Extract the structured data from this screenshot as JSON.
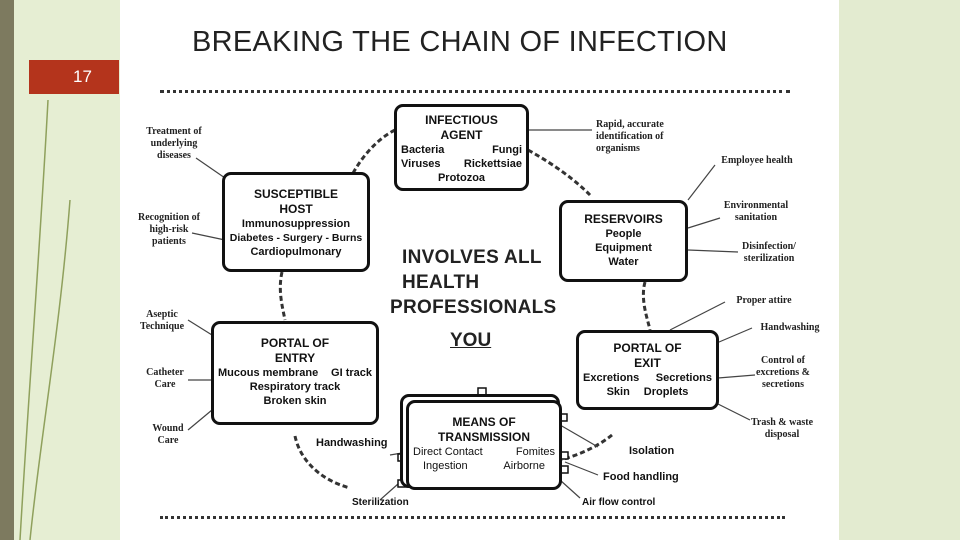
{
  "slide_number": "17",
  "title": "BREAKING THE CHAIN OF INFECTION",
  "center": {
    "lines": [
      "INVOLVES ALL",
      "HEALTH",
      "PROFESSIONALS"
    ],
    "you": "YOU"
  },
  "boxes": {
    "agent": {
      "head": [
        "INFECTIOUS",
        "AGENT"
      ],
      "rows": [
        [
          "Bacteria",
          "Fungi"
        ],
        [
          "Viruses",
          "Rickettsiae"
        ]
      ],
      "lines": [
        "Protozoa"
      ]
    },
    "reservoirs": {
      "head": [
        "RESERVOIRS"
      ],
      "lines": [
        "People",
        "Equipment",
        "Water"
      ]
    },
    "exit": {
      "head": [
        "PORTAL OF",
        "EXIT"
      ],
      "rows": [
        [
          "Excretions",
          "Secretions"
        ],
        [
          "Skin",
          "Droplets"
        ]
      ]
    },
    "transmission": {
      "head": [
        "MEANS OF",
        "TRANSMISSION"
      ],
      "rows": [
        [
          "Direct Contact",
          "Fomites"
        ],
        [
          "Ingestion",
          "Airborne"
        ]
      ]
    },
    "entry": {
      "head": [
        "PORTAL OF",
        "ENTRY"
      ],
      "rows": [
        [
          "Mucous membrane",
          "GI track"
        ]
      ],
      "lines": [
        "Respiratory track",
        "Broken skin"
      ]
    },
    "host": {
      "head": [
        "SUSCEPTIBLE",
        "HOST"
      ],
      "lines": [
        "Immunosuppression",
        "Diabetes - Surgery - Burns",
        "Cardiopulmonary"
      ]
    }
  },
  "notes": {
    "agent_id": "Rapid, accurate identification of organisms",
    "employee_health": "Employee health",
    "env_sanitation": "Environmental sanitation",
    "disinfection": "Disinfection/ sterilization",
    "proper_attire": "Proper attire",
    "handwashing_exit": "Handwashing",
    "control_excretions": "Control of excretions & secretions",
    "trash": "Trash & waste disposal",
    "treatment": "Treatment of underlying diseases",
    "recognition": "Recognition of high-risk patients",
    "aseptic": "Aseptic Technique",
    "catheter": "Catheter Care",
    "wound": "Wound Care"
  },
  "labels": {
    "handwashing": "Handwashing",
    "isolation": "Isolation",
    "food_handling": "Food handling",
    "sterilization": "Sterilization",
    "air_flow": "Air flow control"
  }
}
